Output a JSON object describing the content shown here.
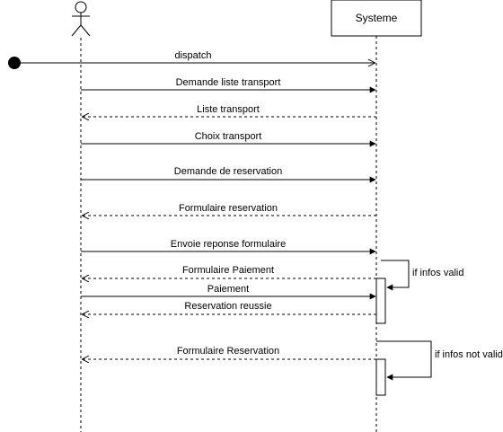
{
  "participants": {
    "system": {
      "label": "Systeme"
    }
  },
  "messages": [
    {
      "label": "dispatch",
      "kind": "found"
    },
    {
      "label": "Demande liste transport",
      "kind": "sync"
    },
    {
      "label": "Liste transport",
      "kind": "return"
    },
    {
      "label": "Choix transport",
      "kind": "sync"
    },
    {
      "label": "Demande de reservation",
      "kind": "sync"
    },
    {
      "label": "Formulaire reservation",
      "kind": "return"
    },
    {
      "label": "Envoie reponse formulaire",
      "kind": "sync"
    },
    {
      "label": "Formulaire Paiement",
      "kind": "return"
    },
    {
      "label": "Paiement",
      "kind": "sync"
    },
    {
      "label": "Reservation reussie",
      "kind": "return"
    },
    {
      "label": "Formulaire Reservation",
      "kind": "return"
    }
  ],
  "self_calls": [
    {
      "label": "if infos valid"
    },
    {
      "label": "if infos not valid"
    }
  ]
}
